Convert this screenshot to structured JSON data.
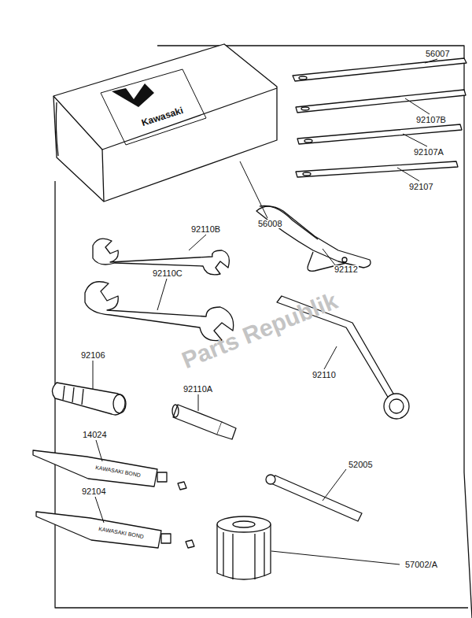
{
  "diagram": {
    "labels": [
      "56007",
      "92107B",
      "92107A",
      "92107",
      "56008",
      "92110B",
      "92112",
      "92110C",
      "92106",
      "92110",
      "92110A",
      "14024",
      "52005",
      "92104",
      "57002/A",
      "Kawasaki",
      "KAWASAKI BOND",
      "KAWASAKI BOND",
      "Parts Republik"
    ]
  }
}
